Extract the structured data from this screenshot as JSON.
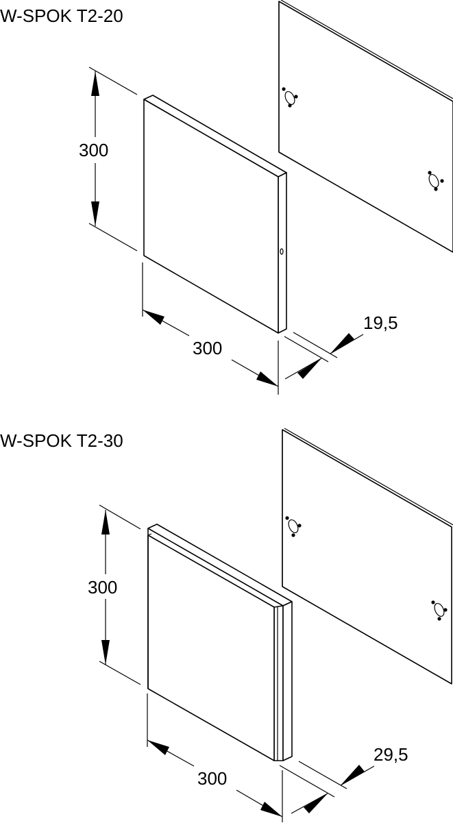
{
  "drawings": [
    {
      "title": "W-SPOK T2-20",
      "dimensions": {
        "height": "300",
        "width": "300",
        "depth": "19,5"
      }
    },
    {
      "title": "W-SPOK T2-30",
      "dimensions": {
        "height": "300",
        "width": "300",
        "depth": "29,5"
      }
    }
  ],
  "colors": {
    "line": "#000000",
    "background": "#ffffff"
  }
}
